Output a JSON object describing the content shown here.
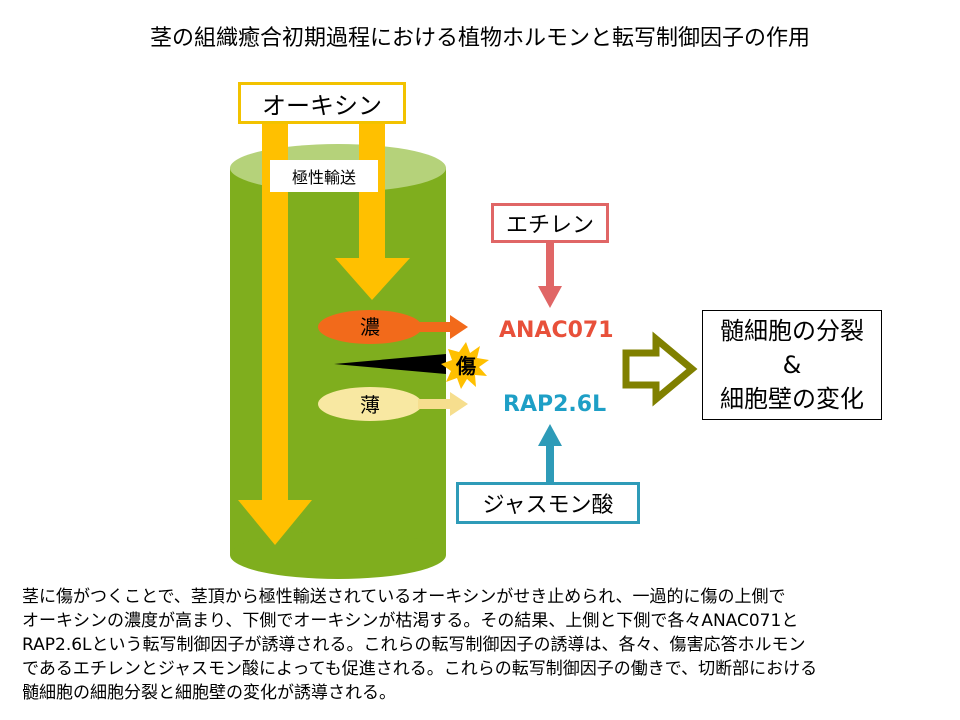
{
  "title": "茎の組織癒合初期過程における植物ホルモンと転写制御因子の作用",
  "labels": {
    "auxin": "オーキシン",
    "polar_transport": "極性輸送",
    "ethylene": "エチレン",
    "jasmonic_acid": "ジャスモン酸",
    "high": "濃",
    "low": "薄",
    "wound": "傷",
    "anac071": "ANAC071",
    "rap26l": "RAP2.6L",
    "result_line1": "髄細胞の分裂",
    "result_line2": "&",
    "result_line3": "細胞壁の変化"
  },
  "description": [
    "茎に傷がつくことで、茎頂から極性輸送されているオーキシンがせき止められ、一過的に傷の上側で",
    "オーキシンの濃度が高まり、下側でオーキシンが枯渇する。その結果、上側と下側で各々ANAC071と",
    "RAP2.6Lという転写制御因子が誘導される。これらの転写制御因子の誘導は、各々、傷害応答ホルモン",
    "であるエチレンとジャスモン酸によっても促進される。これらの転写制御因子の働きで、切断部における",
    "髄細胞の細胞分裂と細胞壁の変化が誘導される。"
  ],
  "colors": {
    "stem": "#7FAE1E",
    "stem_top": "#B5D27A",
    "auxin": "#FFC000",
    "auxin_light": "#F6DE8E",
    "high_oval": "#F26A1B",
    "low_oval": "#F8E8A2",
    "ethylene": "#E06666",
    "jasmonic_acid": "#2E9BB8",
    "outcome_arrow": "#808000",
    "wound_star": "#FFC000"
  }
}
